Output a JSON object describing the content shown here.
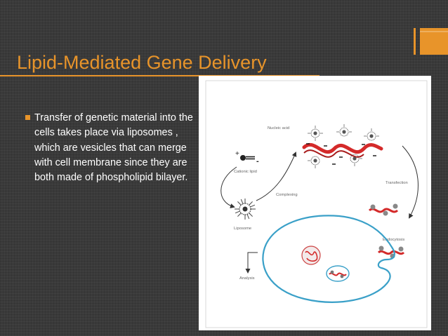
{
  "slide": {
    "title": "Lipid-Mediated Gene Delivery",
    "bullets": [
      "Transfer of genetic material into the cells takes place via liposomes , which are vesicles that can merge with cell membrane since they are both made of phospholipid bilayer."
    ]
  },
  "figure": {
    "labels": {
      "nucleic_acid": "Nucleic acid",
      "cationic_lipid": "Cationic lipid",
      "complexing": "Complexing",
      "transfection": "Transfection",
      "liposome": "Liposome",
      "endocytosis": "Endocytosis",
      "analysis": "Analysis"
    },
    "symbols": {
      "plus": "+",
      "minus": "-"
    }
  },
  "colors": {
    "accent": "#e8942a",
    "background": "#3a3a3a",
    "text": "#ffffff",
    "dna_red": "#d42a2a",
    "membrane_blue": "#3aa0c8"
  }
}
